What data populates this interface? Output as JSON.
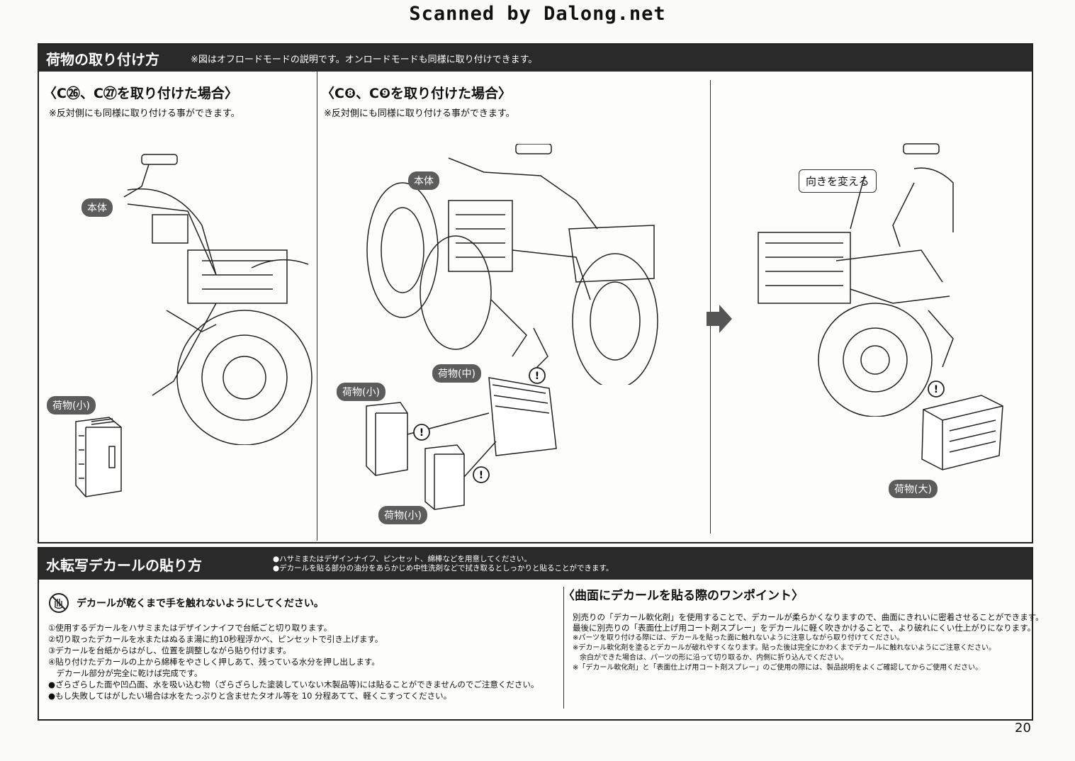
{
  "watermark": "Scanned by Dalong.net",
  "section1": {
    "title": "荷物の取り付け方",
    "note": "※図はオフロードモードの説明です。オンロードモードも同様に取り付けできます。",
    "col1": {
      "title": "〈C㉖、C㉗を取り付けた場合〉",
      "note": "※反対側にも同様に取り付ける事ができます。",
      "tag_body": "本体",
      "tag_cargo": "荷物(小)"
    },
    "col2": {
      "title": "〈C❽、C❾を取り付けた場合〉",
      "note": "※反対側にも同様に取り付ける事ができます。",
      "tag_body": "本体",
      "tag_cargo_mid": "荷物(中)",
      "tag_cargo_small_1": "荷物(小)",
      "tag_cargo_small_2": "荷物(小)"
    },
    "col3": {
      "callout": "向きを変える",
      "tag_cargo_large": "荷物(大)"
    },
    "warning_mark": "!"
  },
  "section2": {
    "title": "水転写デカールの貼り方",
    "bullets": [
      "●ハサミまたはデザインナイフ、ピンセット、綿棒などを用意してください。",
      "●デカールを貼る部分の油分をあらかじめ中性洗剤などで拭き取るとしっかりと貼ることができます。"
    ],
    "caution": "デカールが乾くまで手を触れないようにしてください。",
    "steps": [
      "①使用するデカールをハサミまたはデザインナイフで台紙ごと切り取ります。",
      "②切り取ったデカールを水またはぬるま湯に約10秒程浮かべ、ピンセットで引き上げます。",
      "③デカールを台紙からはがし、位置を調整しながら貼り付けます。",
      "④貼り付けたデカールの上から綿棒をやさしく押しあて、残っている水分を押し出します。",
      "　デカール部分が完全に乾けば完成です。",
      "●ざらざらした面や凹凸面、水を吸い込む物（ざらざらした塗装していない木製品等)には貼ることができませんのでご注意ください。",
      "●もし失敗してはがしたい場合は水をたっぷりと含ませたタオル等を 10 分程あてて、軽くこすってください。"
    ],
    "tip_title": "〈曲面にデカールを貼る際のワンポイント〉",
    "tip_lines": [
      "別売りの「デカール軟化剤」を使用することで、デカールが柔らかくなりますので、曲面にきれいに密着させることができます。",
      "最後に別売りの「表面仕上げ用コート剤スプレー」をデカールに軽く吹きかけることで、より破れにくい仕上がりになります。"
    ],
    "tip_notes": [
      "※パーツを取り付ける際には、デカールを貼った面に触れないように注意しながら取り付けてください。",
      "※デカール軟化剤を塗るとデカールが破れやすくなります。貼った後は完全にかわくまでデカールに触れないようにご注意ください。",
      "　余白ができた場合は、パーツの形に沿って切り取るか、内側に折り込んでください。",
      "※「デカール軟化剤」と「表面仕上げ用コート剤スプレー」のご使用の際には、製品説明をよくご確認してからご使用ください。"
    ]
  },
  "page_number": "20",
  "icons": [
    "hand-no-touch-icon",
    "arrow-right-icon",
    "warning-icon"
  ]
}
